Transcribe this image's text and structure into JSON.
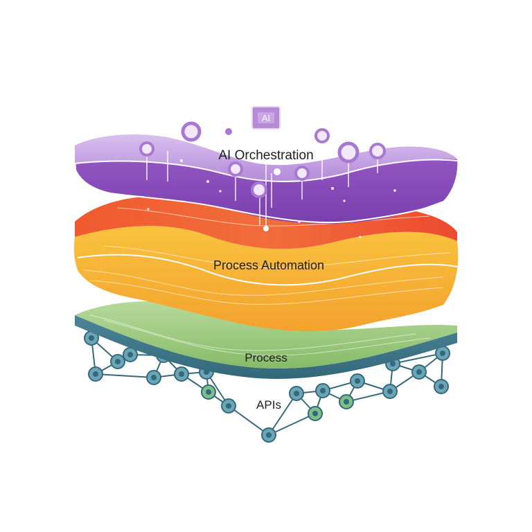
{
  "diagram": {
    "badge": "AI",
    "layers": [
      {
        "id": "ai",
        "label": "AI Orchestration",
        "color": "#9a5fc9"
      },
      {
        "id": "automation",
        "label": "Process Automation",
        "color": "#f5a631"
      },
      {
        "id": "process",
        "label": "Process",
        "color": "#8cbd6a"
      },
      {
        "id": "apis",
        "label": "APIs",
        "color": "#3f7a8c"
      }
    ],
    "colors": {
      "purple_light": "#c9a7e6",
      "purple": "#9a5fc9",
      "purple_dark": "#7c43b0",
      "red": "#ee4a2e",
      "orange": "#f7b533",
      "green": "#9ccb7c",
      "teal": "#3f7a8c",
      "node_teal": "#6aa6b8",
      "node_green": "#7bbf8a",
      "line_dark": "#35697a"
    }
  }
}
